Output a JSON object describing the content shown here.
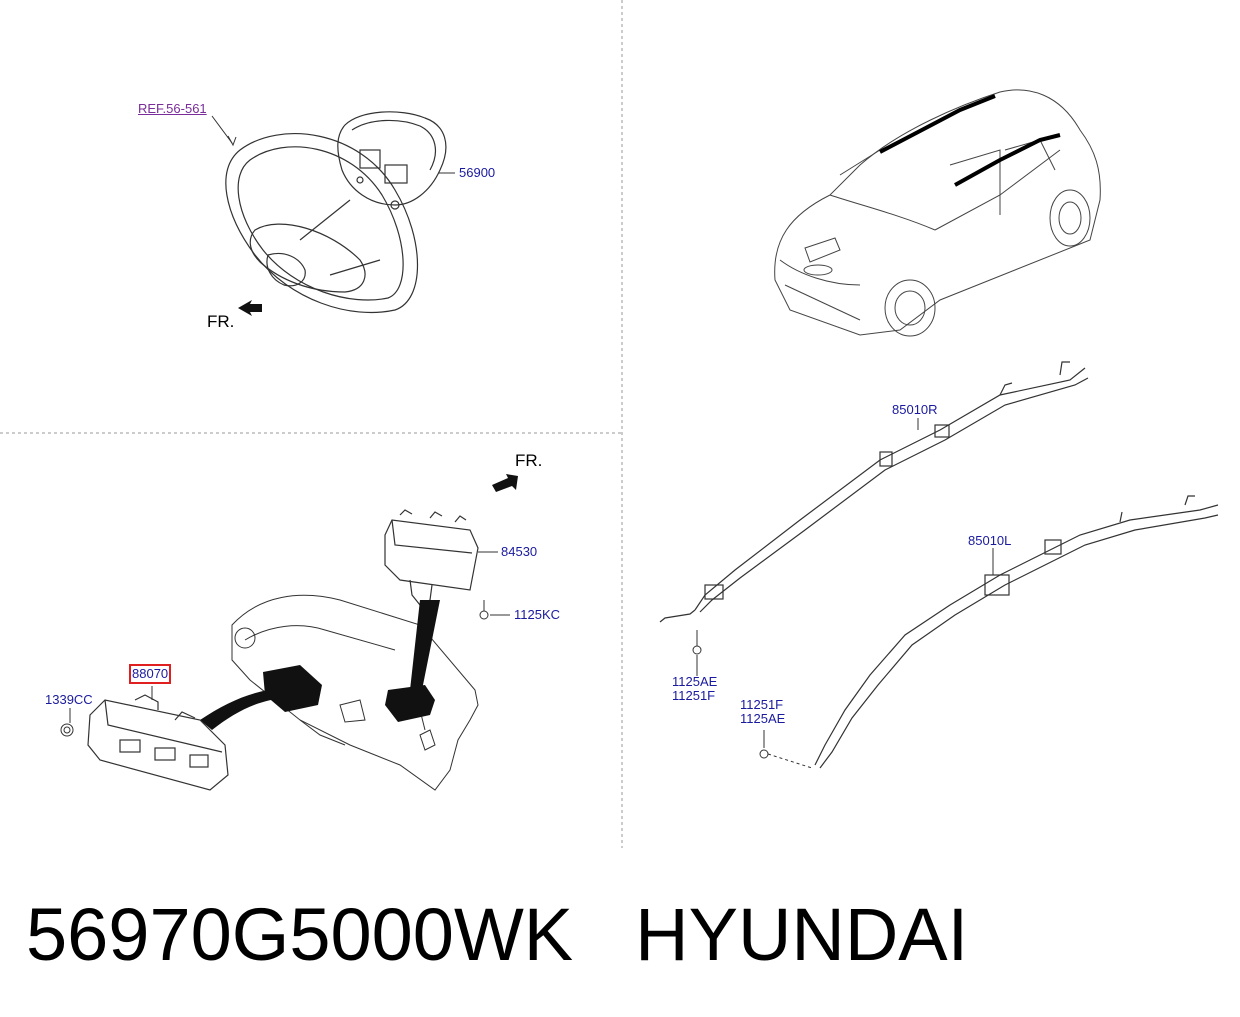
{
  "labels": {
    "ref_steering": "REF.56-561",
    "driver_airbag": "56900",
    "fr_top": "FR.",
    "fr_dash": "FR.",
    "passenger_airbag": "84530",
    "bolt_passenger": "1125KC",
    "knee_airbag": "88070",
    "nut_knee": "1339CC",
    "curtain_right": "85010R",
    "curtain_left": "85010L",
    "bolt_right_a": "1125AE",
    "bolt_right_b": "11251F",
    "bolt_left_a": "11251F",
    "bolt_left_b": "1125AE"
  },
  "caption": {
    "part_number": "56970G5000WK",
    "brand": "HYUNDAI"
  },
  "colors": {
    "label_text": "#1a1aa0",
    "ref_text": "#7a2d9a",
    "highlight": "#e02020",
    "line_art": "#222222"
  }
}
